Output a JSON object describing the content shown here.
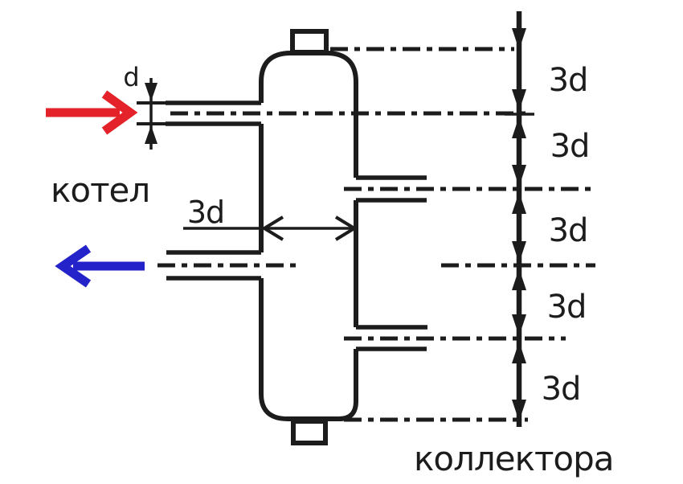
{
  "diagram": {
    "labels": {
      "boiler": "котел",
      "collector": "коллектора",
      "pipe_diameter": "d",
      "separator_width": "3d"
    },
    "right_dimension_segments": [
      "3d",
      "3d",
      "3d",
      "3d",
      "3d"
    ],
    "colors": {
      "line": "#1c1c1c",
      "supply_arrow": "#e3222a",
      "return_arrow": "#2423c9",
      "background": "#ffffff"
    }
  }
}
